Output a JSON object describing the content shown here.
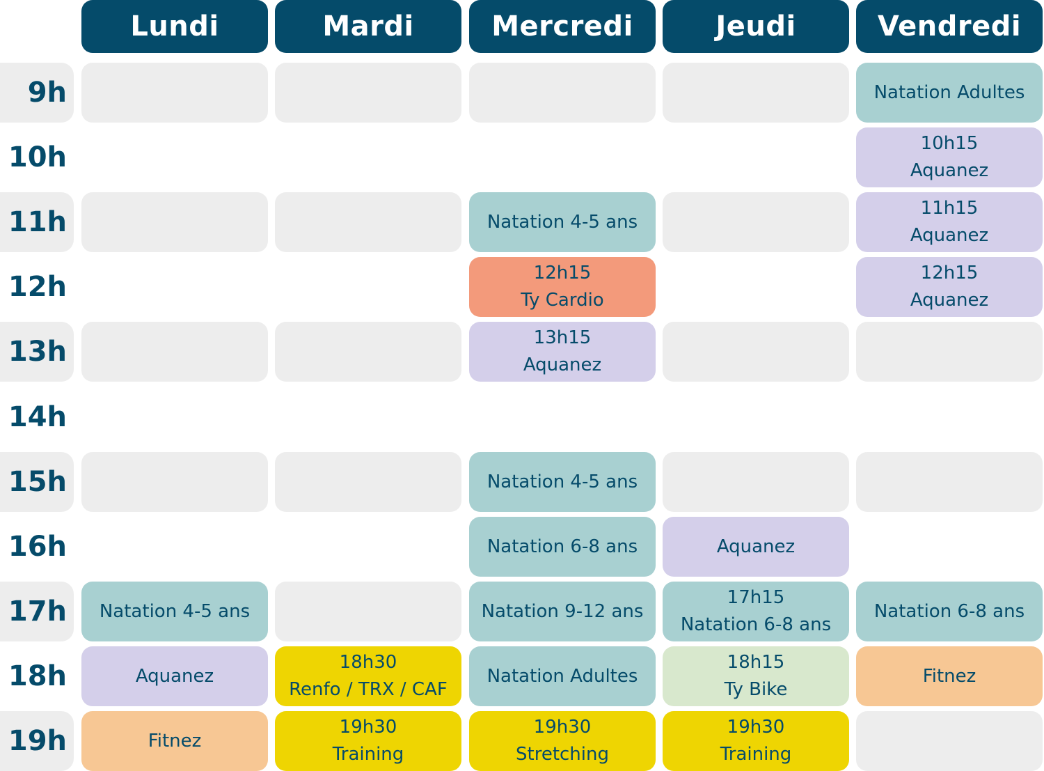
{
  "days": [
    "Lundi",
    "Mardi",
    "Mercredi",
    "Jeudi",
    "Vendredi"
  ],
  "hours": [
    "9h",
    "10h",
    "11h",
    "12h",
    "13h",
    "14h",
    "15h",
    "16h",
    "17h",
    "18h",
    "19h"
  ],
  "colors": {
    "header": "#054b6a",
    "empty": "#ededed",
    "natation": "#a8d0d1",
    "aquanez": "#d4cfea",
    "cardio": "#f39a7b",
    "fitnez": "#f7c794",
    "training": "#eed502",
    "bike": "#d8e8cd"
  },
  "schedule": [
    {
      "day": 0,
      "hour": 0,
      "type": "empty",
      "lines": []
    },
    {
      "day": 1,
      "hour": 0,
      "type": "empty",
      "lines": []
    },
    {
      "day": 2,
      "hour": 0,
      "type": "empty",
      "lines": []
    },
    {
      "day": 3,
      "hour": 0,
      "type": "empty",
      "lines": []
    },
    {
      "day": 4,
      "hour": 0,
      "type": "natation",
      "lines": [
        "Natation Adultes"
      ]
    },
    {
      "day": 4,
      "hour": 1,
      "type": "aquanez",
      "lines": [
        "10h15",
        "Aquanez"
      ]
    },
    {
      "day": 0,
      "hour": 2,
      "type": "empty",
      "lines": []
    },
    {
      "day": 1,
      "hour": 2,
      "type": "empty",
      "lines": []
    },
    {
      "day": 2,
      "hour": 2,
      "type": "natation",
      "lines": [
        "Natation 4-5 ans"
      ]
    },
    {
      "day": 3,
      "hour": 2,
      "type": "empty",
      "lines": []
    },
    {
      "day": 4,
      "hour": 2,
      "type": "aquanez",
      "lines": [
        "11h15",
        "Aquanez"
      ]
    },
    {
      "day": 2,
      "hour": 3,
      "type": "cardio",
      "lines": [
        "12h15",
        "Ty Cardio"
      ]
    },
    {
      "day": 4,
      "hour": 3,
      "type": "aquanez",
      "lines": [
        "12h15",
        "Aquanez"
      ]
    },
    {
      "day": 0,
      "hour": 4,
      "type": "empty",
      "lines": []
    },
    {
      "day": 1,
      "hour": 4,
      "type": "empty",
      "lines": []
    },
    {
      "day": 2,
      "hour": 4,
      "type": "aquanez",
      "lines": [
        "13h15",
        "Aquanez"
      ]
    },
    {
      "day": 3,
      "hour": 4,
      "type": "empty",
      "lines": []
    },
    {
      "day": 4,
      "hour": 4,
      "type": "empty",
      "lines": []
    },
    {
      "day": 0,
      "hour": 6,
      "type": "empty",
      "lines": []
    },
    {
      "day": 1,
      "hour": 6,
      "type": "empty",
      "lines": []
    },
    {
      "day": 2,
      "hour": 6,
      "type": "natation",
      "lines": [
        "Natation 4-5 ans"
      ]
    },
    {
      "day": 3,
      "hour": 6,
      "type": "empty",
      "lines": []
    },
    {
      "day": 4,
      "hour": 6,
      "type": "empty",
      "lines": []
    },
    {
      "day": 2,
      "hour": 7,
      "type": "natation",
      "lines": [
        "Natation 6-8 ans"
      ]
    },
    {
      "day": 3,
      "hour": 7,
      "type": "aquanez",
      "lines": [
        "Aquanez"
      ]
    },
    {
      "day": 0,
      "hour": 8,
      "type": "natation",
      "lines": [
        "Natation 4-5 ans"
      ]
    },
    {
      "day": 1,
      "hour": 8,
      "type": "empty",
      "lines": []
    },
    {
      "day": 2,
      "hour": 8,
      "type": "natation",
      "lines": [
        "Natation 9-12 ans"
      ]
    },
    {
      "day": 3,
      "hour": 8,
      "type": "natation",
      "lines": [
        "17h15",
        "Natation 6-8 ans"
      ]
    },
    {
      "day": 4,
      "hour": 8,
      "type": "natation",
      "lines": [
        "Natation 6-8 ans"
      ]
    },
    {
      "day": 0,
      "hour": 9,
      "type": "aquanez",
      "lines": [
        "Aquanez"
      ]
    },
    {
      "day": 1,
      "hour": 9,
      "type": "training",
      "lines": [
        "18h30",
        "Renfo / TRX / CAF"
      ]
    },
    {
      "day": 2,
      "hour": 9,
      "type": "natation",
      "lines": [
        "Natation Adultes"
      ]
    },
    {
      "day": 3,
      "hour": 9,
      "type": "bike",
      "lines": [
        "18h15",
        "Ty Bike"
      ]
    },
    {
      "day": 4,
      "hour": 9,
      "type": "fitnez",
      "lines": [
        "Fitnez"
      ]
    },
    {
      "day": 0,
      "hour": 10,
      "type": "fitnez",
      "lines": [
        "Fitnez"
      ]
    },
    {
      "day": 1,
      "hour": 10,
      "type": "training",
      "lines": [
        "19h30",
        "Training"
      ]
    },
    {
      "day": 2,
      "hour": 10,
      "type": "training",
      "lines": [
        "19h30",
        "Stretching"
      ]
    },
    {
      "day": 3,
      "hour": 10,
      "type": "training",
      "lines": [
        "19h30",
        "Training"
      ]
    },
    {
      "day": 4,
      "hour": 10,
      "type": "empty",
      "lines": []
    }
  ]
}
